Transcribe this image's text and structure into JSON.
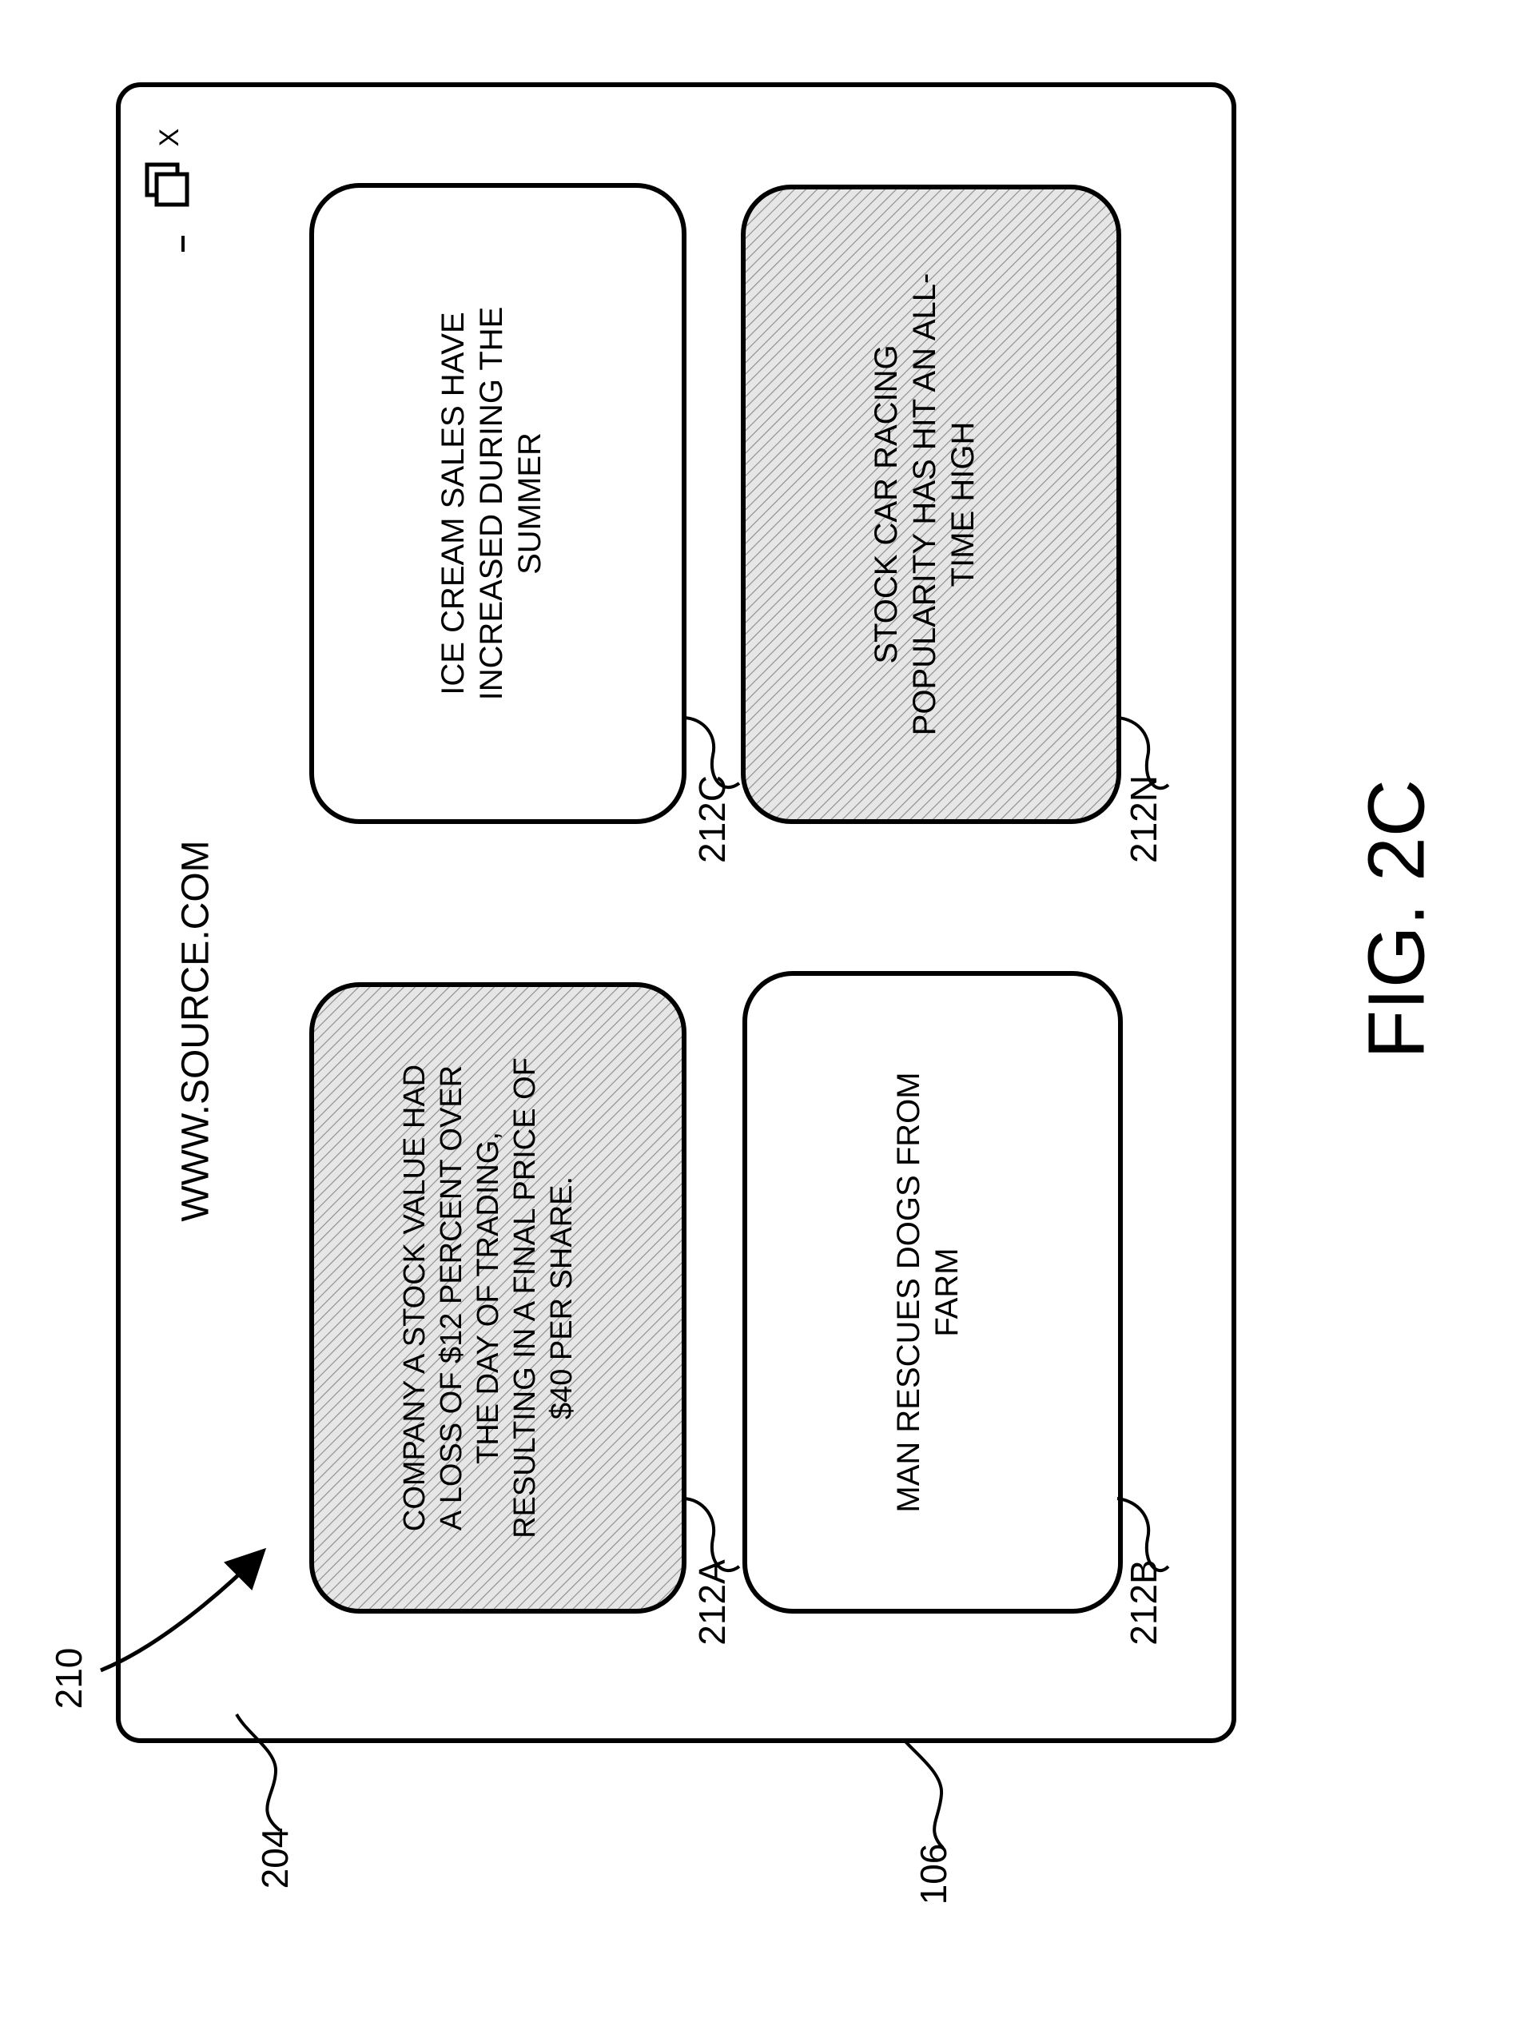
{
  "figure_label": "FIG. 2C",
  "window": {
    "url": "WWW.SOURCE.COM",
    "controls": {
      "minimize": "–",
      "close": "X"
    }
  },
  "reference_numerals": {
    "arrow": "210",
    "content_area": "204",
    "device": "106",
    "card_a": "212A",
    "card_b": "212B",
    "card_c": "212C",
    "card_n": "212N"
  },
  "cards": [
    {
      "id": "212A",
      "highlighted": true,
      "lines": [
        "COMPANY A STOCK VALUE HAD",
        "A LOSS OF $12 PERCENT OVER",
        "THE DAY OF TRADING,",
        "RESULTING IN A FINAL PRICE OF",
        "$40 PER SHARE."
      ]
    },
    {
      "id": "212B",
      "highlighted": false,
      "lines": [
        "MAN RESCUES DOGS FROM",
        "FARM"
      ]
    },
    {
      "id": "212C",
      "highlighted": false,
      "lines": [
        "ICE CREAM SALES HAVE",
        "INCREASED DURING THE",
        "SUMMER"
      ]
    },
    {
      "id": "212N",
      "highlighted": true,
      "lines": [
        "STOCK CAR RACING",
        "POPULARITY HAS HIT AN ALL-",
        "TIME HIGH"
      ]
    }
  ]
}
